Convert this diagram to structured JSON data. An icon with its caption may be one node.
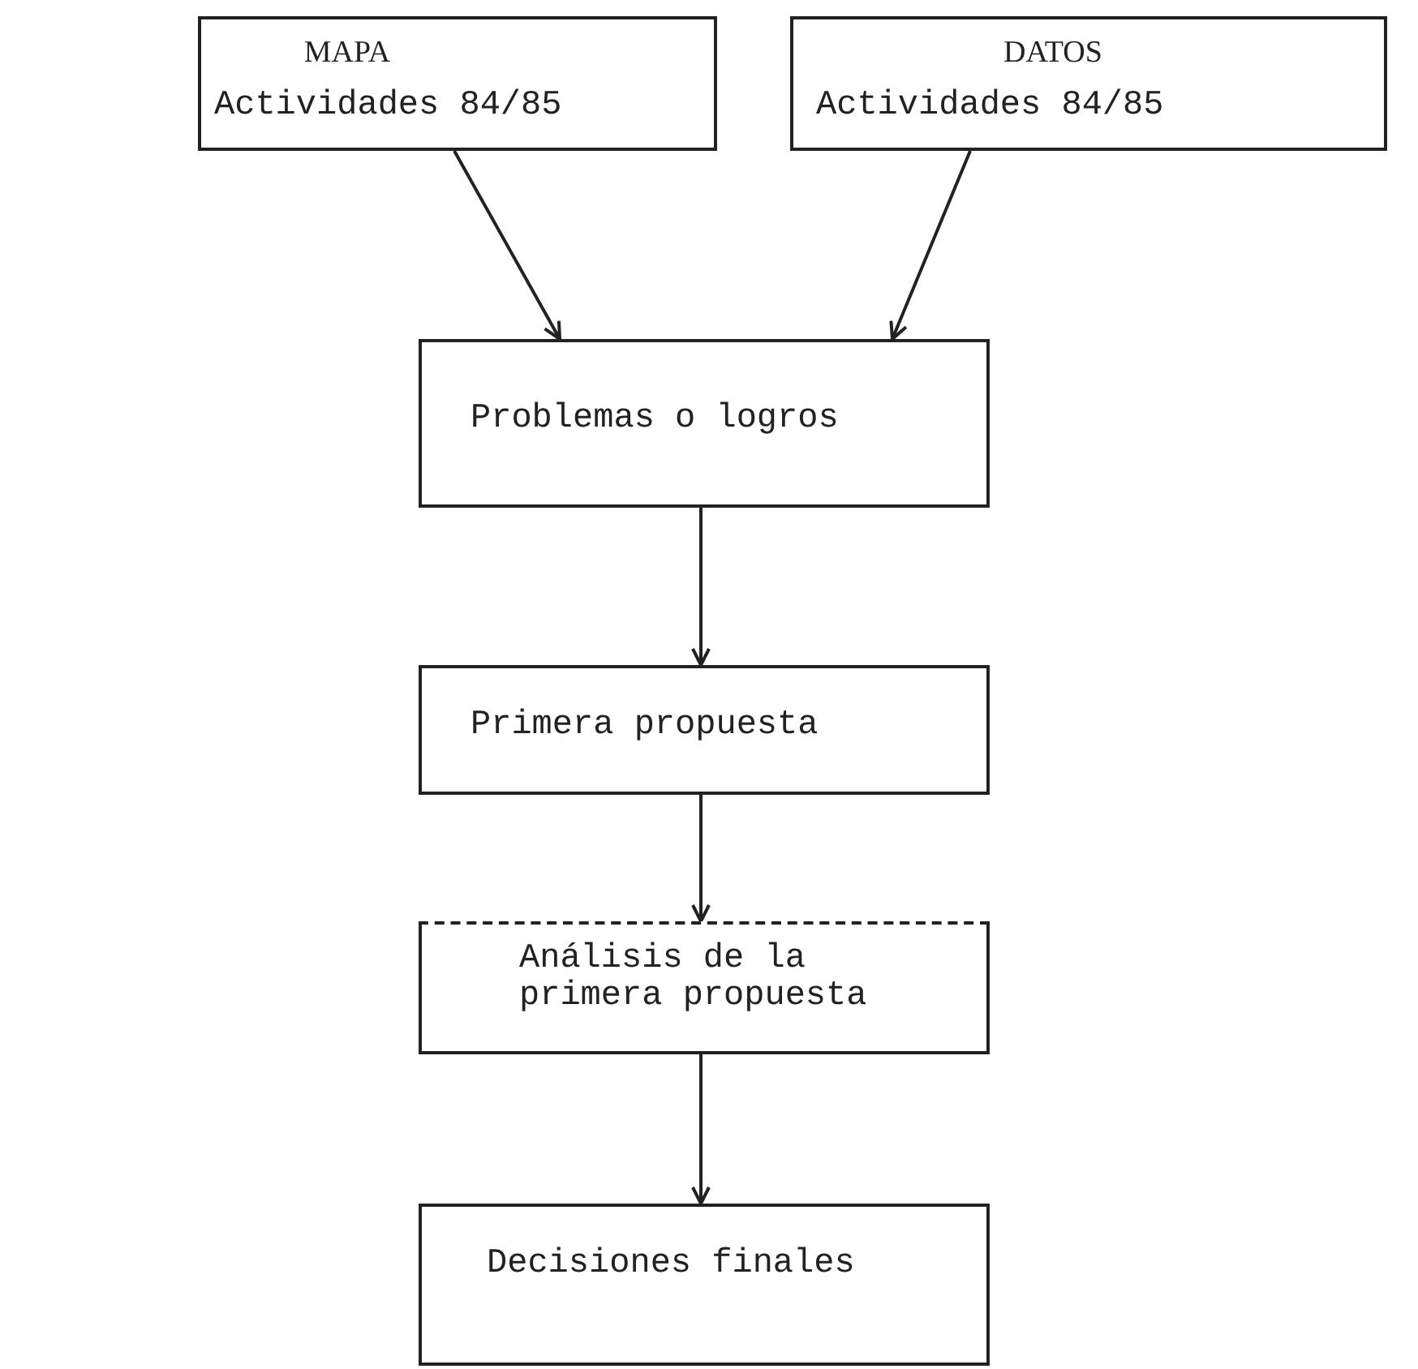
{
  "diagram": {
    "nodes": [
      {
        "text": [
          "MAPA",
          "Actividades 84/85"
        ]
      },
      {
        "text": [
          "DATOS",
          "Actividades 84/85"
        ]
      },
      {
        "text": [
          "Problemas o logros"
        ]
      },
      {
        "text": [
          "Primera propuesta"
        ]
      },
      {
        "text": [
          "Análisis de la primera propuesta"
        ]
      },
      {
        "text": [
          "Decisiones finales"
        ]
      }
    ],
    "edges": [
      {
        "from": 0,
        "to": 2,
        "arrow": "to"
      },
      {
        "from": 1,
        "to": 2,
        "arrow": "to"
      },
      {
        "from": 2,
        "to": 3,
        "arrow": "to"
      },
      {
        "from": 3,
        "to": 4,
        "arrow": "to"
      },
      {
        "from": 4,
        "to": 5,
        "arrow": "to"
      }
    ]
  }
}
